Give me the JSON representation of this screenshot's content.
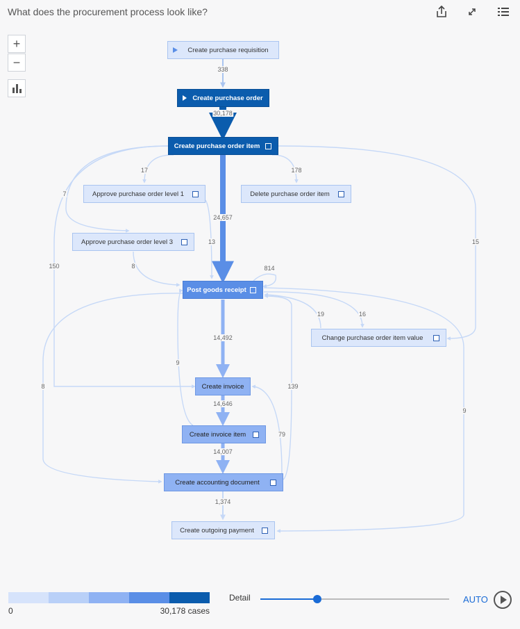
{
  "header": {
    "title": "What does the procurement process look like?"
  },
  "icons": {
    "share": "share-icon",
    "expand": "expand-icon",
    "list": "list-icon"
  },
  "controls": {
    "zoom_in": "+",
    "zoom_out": "−"
  },
  "nodes": [
    {
      "id": "cpr",
      "label": "Create purchase requisition",
      "level": "light",
      "start": true
    },
    {
      "id": "cpo",
      "label": "Create purchase order",
      "level": "dark",
      "start": true
    },
    {
      "id": "cpoi",
      "label": "Create purchase order item",
      "level": "dark",
      "checkbox": true
    },
    {
      "id": "ap1",
      "label": "Approve purchase order level 1",
      "level": "light",
      "checkbox": true
    },
    {
      "id": "dpoi",
      "label": "Delete purchase order item",
      "level": "light",
      "checkbox": true
    },
    {
      "id": "ap3",
      "label": "Approve purchase order level 3",
      "level": "light",
      "checkbox": true
    },
    {
      "id": "pgr",
      "label": "Post goods receipt",
      "level": "med",
      "checkbox": true
    },
    {
      "id": "cpoiv",
      "label": "Change purchase order item value",
      "level": "light",
      "checkbox": true
    },
    {
      "id": "ci",
      "label": "Create invoice",
      "level": "mid"
    },
    {
      "id": "cii",
      "label": "Create invoice item",
      "level": "mid",
      "checkbox": true
    },
    {
      "id": "cad",
      "label": "Create accounting document",
      "level": "mid",
      "checkbox": true
    },
    {
      "id": "cop",
      "label": "Create outgoing payment",
      "level": "light",
      "checkbox": true
    }
  ],
  "edges": [
    {
      "from": "cpr",
      "to": "cpo",
      "count": "338"
    },
    {
      "from": "cpo",
      "to": "cpoi",
      "count": "30,178"
    },
    {
      "from": "cpoi",
      "to": "ap1",
      "count": "17"
    },
    {
      "from": "cpoi",
      "to": "dpoi",
      "count": "178"
    },
    {
      "from": "cpoi",
      "to": "ap3",
      "count": "7"
    },
    {
      "from": "cpoi",
      "to": "pgr",
      "count": "24,657"
    },
    {
      "from": "ap1",
      "to": "pgr",
      "count": "13"
    },
    {
      "from": "cpoi",
      "to": "ci",
      "count": "150"
    },
    {
      "from": "cpoi",
      "to": "cpoiv",
      "count": "15"
    },
    {
      "from": "ap3",
      "to": "pgr",
      "count": "8"
    },
    {
      "from": "pgr",
      "to": "pgr",
      "count": "814"
    },
    {
      "from": "cpoiv",
      "to": "pgr",
      "count": "19"
    },
    {
      "from": "pgr",
      "to": "cpoiv",
      "count": "16"
    },
    {
      "from": "pgr",
      "to": "ci",
      "count": "14,492"
    },
    {
      "from": "cii",
      "to": "pgr",
      "count": "9"
    },
    {
      "from": "pgr",
      "to": "cad",
      "count": "8"
    },
    {
      "from": "cad",
      "to": "pgr",
      "count": "139"
    },
    {
      "from": "pgr",
      "to": "cop",
      "count": "9"
    },
    {
      "from": "ci",
      "to": "cii",
      "count": "14,646"
    },
    {
      "from": "cad",
      "to": "ci",
      "count": "79"
    },
    {
      "from": "cii",
      "to": "cad",
      "count": "14,007"
    },
    {
      "from": "cad",
      "to": "cop",
      "count": "1,374"
    }
  ],
  "legend": {
    "colors": [
      "#d6e3fb",
      "#b9d0f8",
      "#8fb2f3",
      "#5a8ee6",
      "#0b5cad"
    ],
    "min_label": "0",
    "max_label": "30,178 cases"
  },
  "detail": {
    "label": "Detail",
    "value": 0.3
  },
  "auto": {
    "label": "AUTO"
  }
}
